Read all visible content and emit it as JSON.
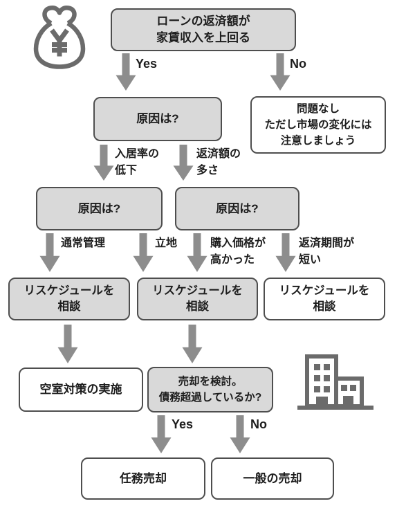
{
  "colors": {
    "box_fill_gray": "#d9d9d9",
    "box_fill_white": "#ffffff",
    "box_border": "#4e4e4e",
    "arrow": "#8d8d8d",
    "icon": "#6b6b6b",
    "text": "#1d1d1d"
  },
  "icons": {
    "money_bag": "money-bag-yen-icon",
    "building": "apartment-building-icon"
  },
  "nodes": {
    "start": {
      "lines": [
        "ローンの返済額が",
        "家賃収入を上回る"
      ]
    },
    "cause1": {
      "lines": [
        "原因は?"
      ]
    },
    "no_problem": {
      "lines": [
        "問題なし",
        "ただし市場の変化には",
        "注意しましょう"
      ]
    },
    "cause2_left": {
      "lines": [
        "原因は?"
      ]
    },
    "cause2_right": {
      "lines": [
        "原因は?"
      ]
    },
    "reschedule1": {
      "lines": [
        "リスケジュールを",
        "相談"
      ]
    },
    "reschedule2": {
      "lines": [
        "リスケジュールを",
        "相談"
      ]
    },
    "reschedule3": {
      "lines": [
        "リスケジュールを",
        "相談"
      ]
    },
    "vacancy": {
      "lines": [
        "空室対策の実施"
      ]
    },
    "consider_sale": {
      "lines": [
        "売却を検討。",
        "債務超過しているか?"
      ]
    },
    "voluntary_sale": {
      "lines": [
        "任務売却"
      ]
    },
    "general_sale": {
      "lines": [
        "一般の売却"
      ]
    }
  },
  "edges": {
    "yes1": "Yes",
    "no1": "No",
    "occupancy_decline": {
      "lines": [
        "入居率の",
        "低下"
      ]
    },
    "repayment_amount": {
      "lines": [
        "返済額の",
        "多さ"
      ]
    },
    "normal_management": {
      "lines": [
        "通常管理"
      ]
    },
    "location": {
      "lines": [
        "立地"
      ]
    },
    "purchase_price_high": {
      "lines": [
        "購入価格が",
        "高かった"
      ]
    },
    "repayment_period_short": {
      "lines": [
        "返済期間が",
        "短い"
      ]
    },
    "yes2": "Yes",
    "no2": "No"
  }
}
